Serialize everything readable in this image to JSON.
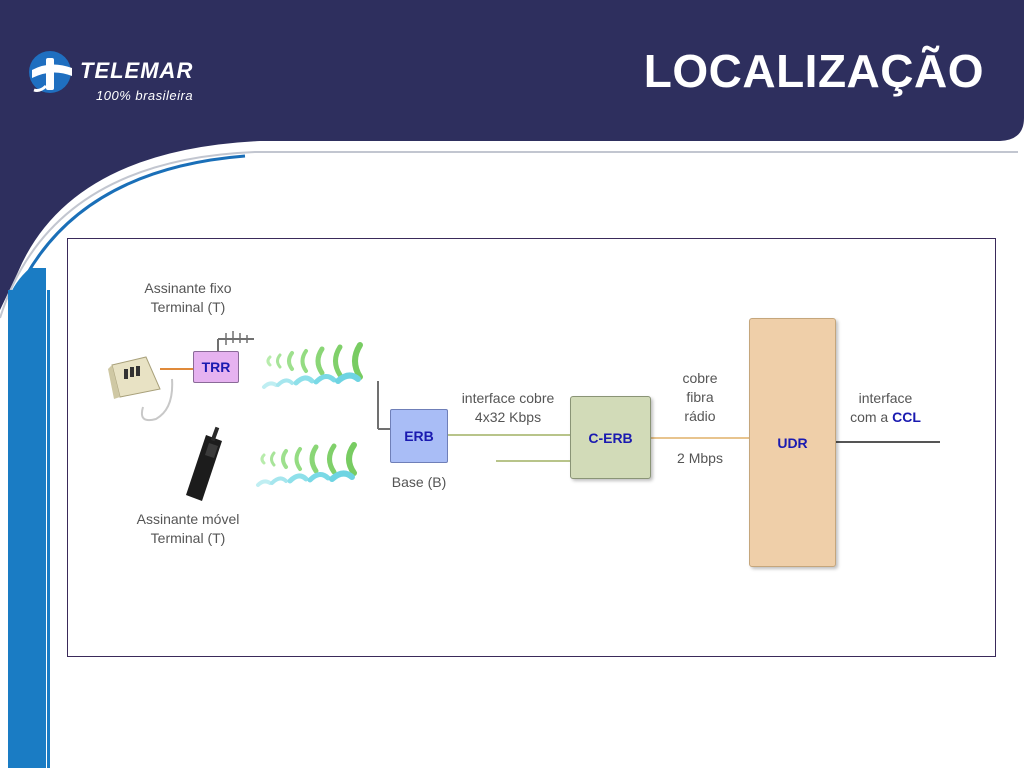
{
  "header": {
    "brand_name": "TELEMAR",
    "brand_tagline": "100% brasileira",
    "title": "LOCALIZAÇÃO"
  },
  "diagram": {
    "fixed_subscriber": {
      "line1": "Assinante fixo",
      "line2": "Terminal (T)"
    },
    "mobile_subscriber": {
      "line1": "Assinante móvel",
      "line2": "Terminal (T)"
    },
    "trr_label": "TRR",
    "erb_label": "ERB",
    "base_label": "Base (B)",
    "erb_link": {
      "line1": "interface cobre",
      "line2": "4x32 Kbps"
    },
    "cerb_label": "C-ERB",
    "cerb_link": {
      "line1": "cobre",
      "line2": "fibra",
      "line3": "rádio",
      "rate": "2 Mbps"
    },
    "udr_label": "UDR",
    "ccl_interface": {
      "line1": "interface",
      "line2_prefix": "com a ",
      "line2_highlight": "CCL"
    }
  },
  "colors": {
    "header_navy": "#2e2f5e",
    "accent_blue": "#1a6fb8",
    "box_text": "#1a1ab0",
    "trr_fill": "#e6b2f0",
    "erb_fill": "#a9bdf6",
    "cerb_fill": "#d2dbb8",
    "udr_fill": "#efcfa9",
    "wave_green": "#8fd87a",
    "wave_cyan": "#6ed7e4"
  },
  "icons": [
    "telemar-logo-icon",
    "desk-phone-icon",
    "mobile-phone-icon",
    "antenna-icon",
    "radio-wave-icon"
  ]
}
